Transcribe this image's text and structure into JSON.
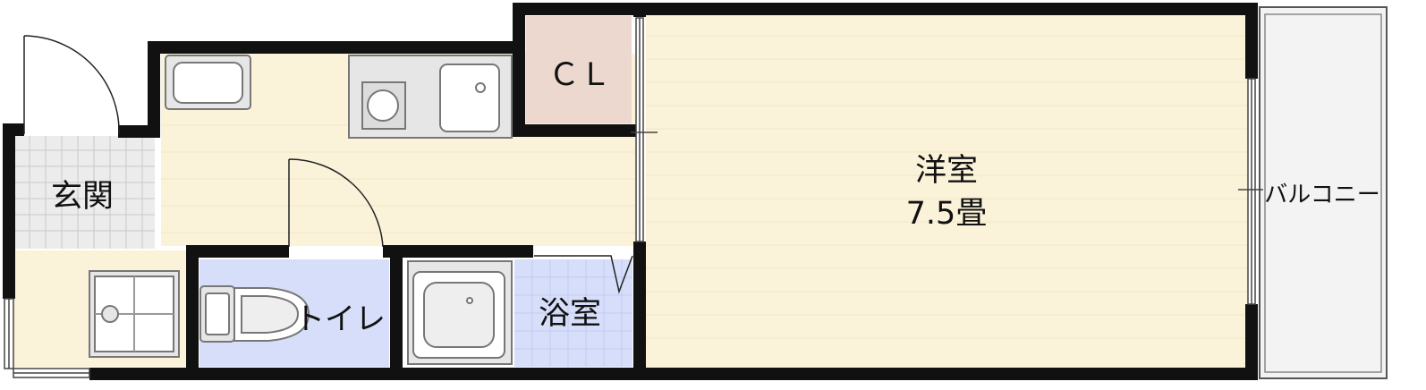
{
  "rooms": {
    "entrance": "玄関",
    "closet": "ＣＬ",
    "western_room_name": "洋室",
    "western_room_size": "7.5畳",
    "toilet": "トイレ",
    "bath": "浴室",
    "balcony": "バルコニー"
  },
  "colors": {
    "wall": "#111111",
    "floor": "#fbf3d9",
    "closet": "#ecd8cf",
    "wet_area": "#d6defa",
    "tile": "#ececec",
    "fixture": "#bdbdbd",
    "balcony": "#f3f3f3"
  }
}
